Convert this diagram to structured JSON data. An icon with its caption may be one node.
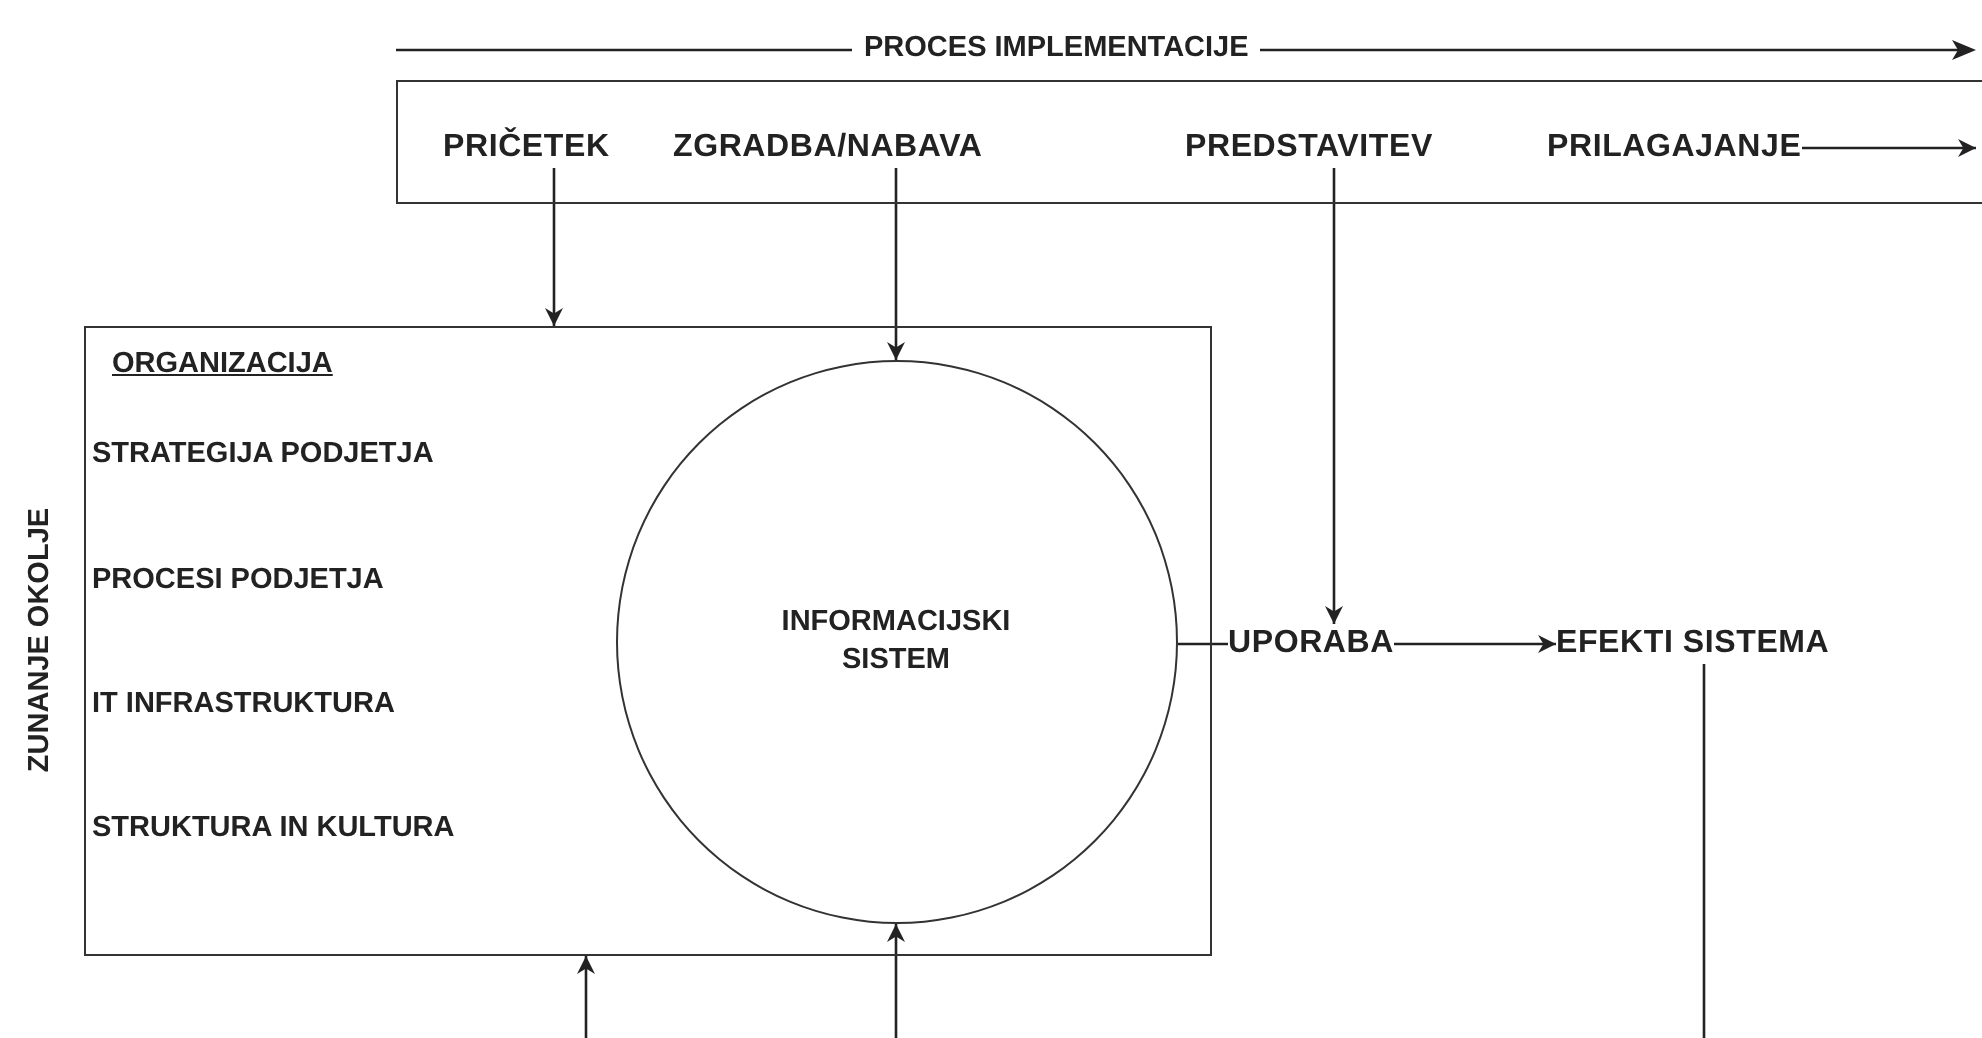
{
  "diagram": {
    "nodes": [
      {
        "text": [],
        "shape": "box"
      },
      {
        "text": [
          "PRIČETEK"
        ],
        "in": 0
      },
      {
        "text": [
          "ZGRADBA/NABAVA"
        ],
        "in": 0
      },
      {
        "text": [
          "PREDSTAVITEV"
        ],
        "in": 0
      },
      {
        "text": [
          "PRILAGAJANJE"
        ],
        "in": 0
      },
      {
        "text": [
          "ORGANIZACIJA",
          "STRATEGIJA PODJETJA",
          "PROCESI PODJETJA",
          "IT INFRASTRUKTURA",
          "STRUKTURA IN KULTURA"
        ]
      },
      {
        "text": [
          "INFORMACIJSKI SISTEM"
        ],
        "in": 5
      },
      {
        "text": [
          "UPORABA"
        ]
      },
      {
        "text": [
          "EFEKTI SISTEMA"
        ]
      }
    ],
    "edges": [
      {
        "from": 1,
        "to": 5,
        "arrow": "to"
      },
      {
        "from": 2,
        "to": 6,
        "arrow": "to"
      },
      {
        "from": 3,
        "to": 7,
        "arrow": "to"
      },
      {
        "from": 4,
        "to": null,
        "arrow": "to"
      },
      {
        "from": 6,
        "to": 7,
        "arrow": "none"
      },
      {
        "from": 7,
        "to": 8,
        "arrow": "to"
      },
      {
        "from": 8,
        "to": null,
        "arrow": "none"
      },
      {
        "from": null,
        "to": 5,
        "arrow": "to"
      },
      {
        "from": null,
        "to": 6,
        "arrow": "to"
      }
    ],
    "labels": [
      "PROCES IMPLEMENTACIJE",
      "ZUNANJE OKOLJE"
    ]
  }
}
